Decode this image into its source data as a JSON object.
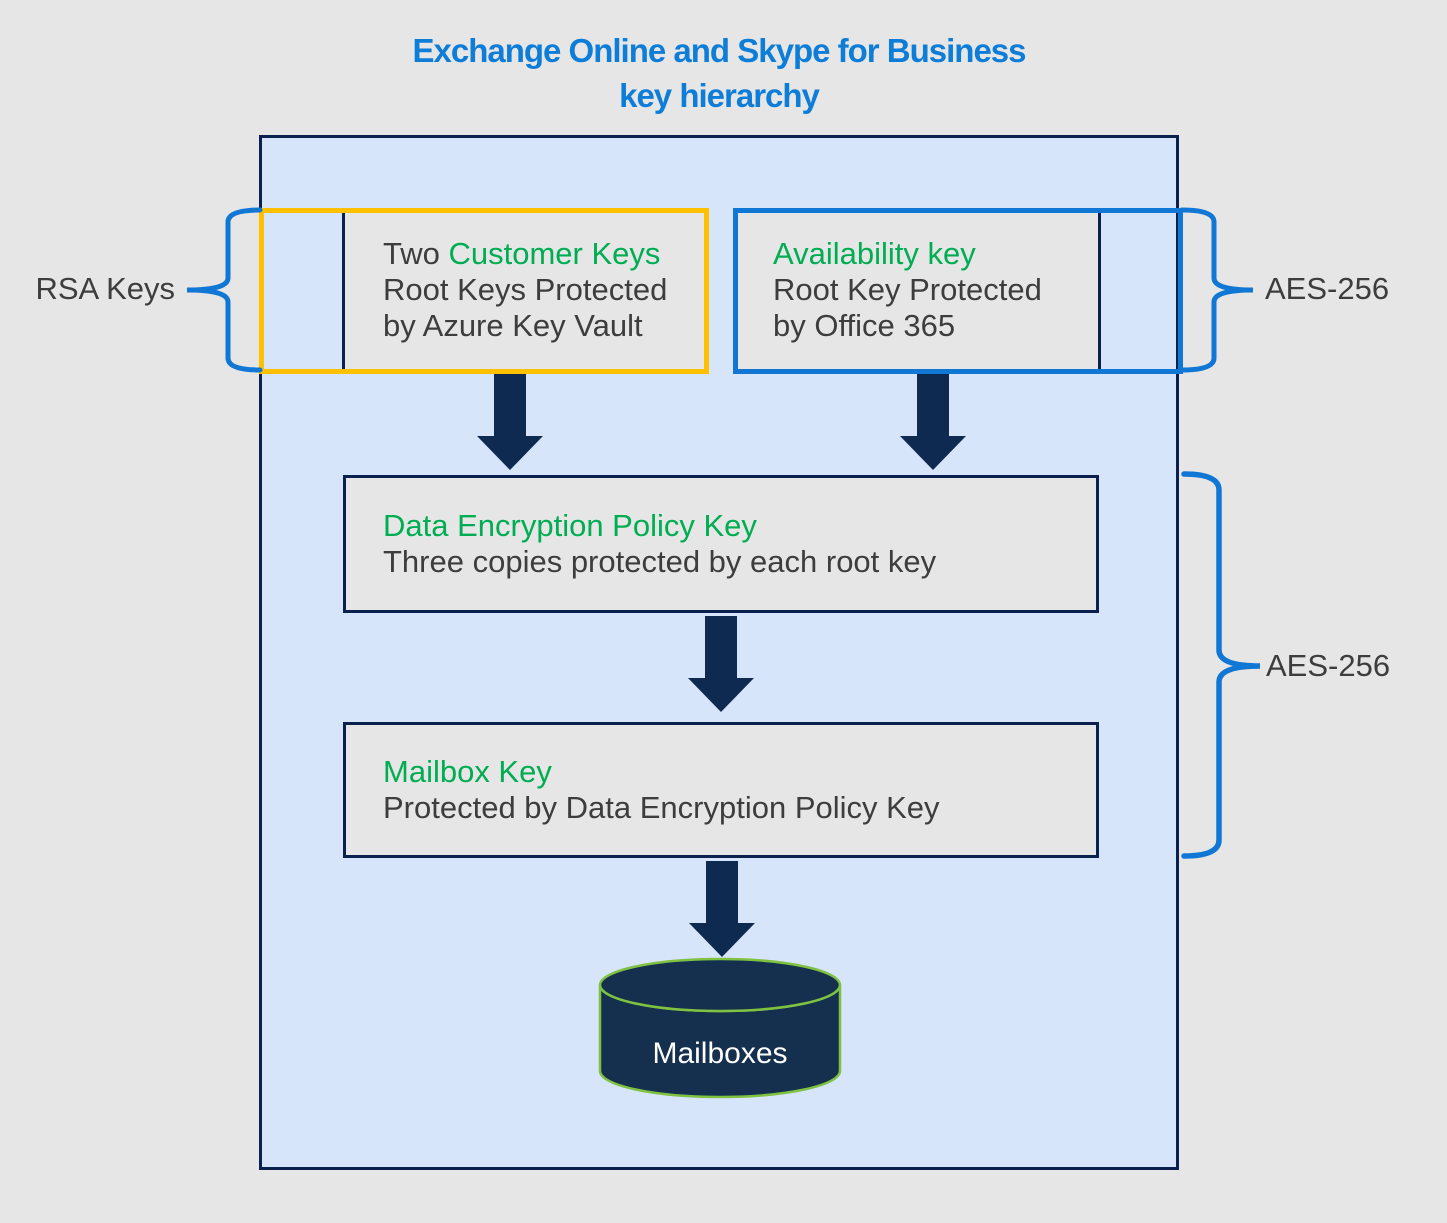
{
  "title": {
    "line1": "Exchange Online and Skype for Business",
    "line2": "key hierarchy"
  },
  "side_labels": {
    "rsa": "RSA Keys",
    "aes_top": "AES-256",
    "aes_middle": "AES-256"
  },
  "nodes": {
    "customer_keys": {
      "prefix": "Two ",
      "name": "Customer Keys",
      "desc1": "Root Keys Protected",
      "desc2": "by Azure Key Vault"
    },
    "availability_key": {
      "name": "Availability key",
      "desc1": "Root Key Protected",
      "desc2": "by Office 365"
    },
    "dep_key": {
      "name": "Data Encryption Policy Key",
      "desc": "Three copies protected by each root key"
    },
    "mailbox_key": {
      "name": "Mailbox Key",
      "desc": "Protected by Data Encryption Policy Key"
    },
    "mailboxes": {
      "label": "Mailboxes"
    }
  },
  "colors": {
    "background": "#e6e6e6",
    "container_fill": "#d7e5fb",
    "navy": "#0a2150",
    "arrow_navy": "#0e2a50",
    "green_text": "#00ad52",
    "blue_accent": "#1177d4",
    "title_blue": "#0e7dd8",
    "orange": "#ffc000",
    "cylinder_fill": "#15304f",
    "cylinder_stroke": "#7fc241",
    "body_text": "#3d3d3d"
  }
}
